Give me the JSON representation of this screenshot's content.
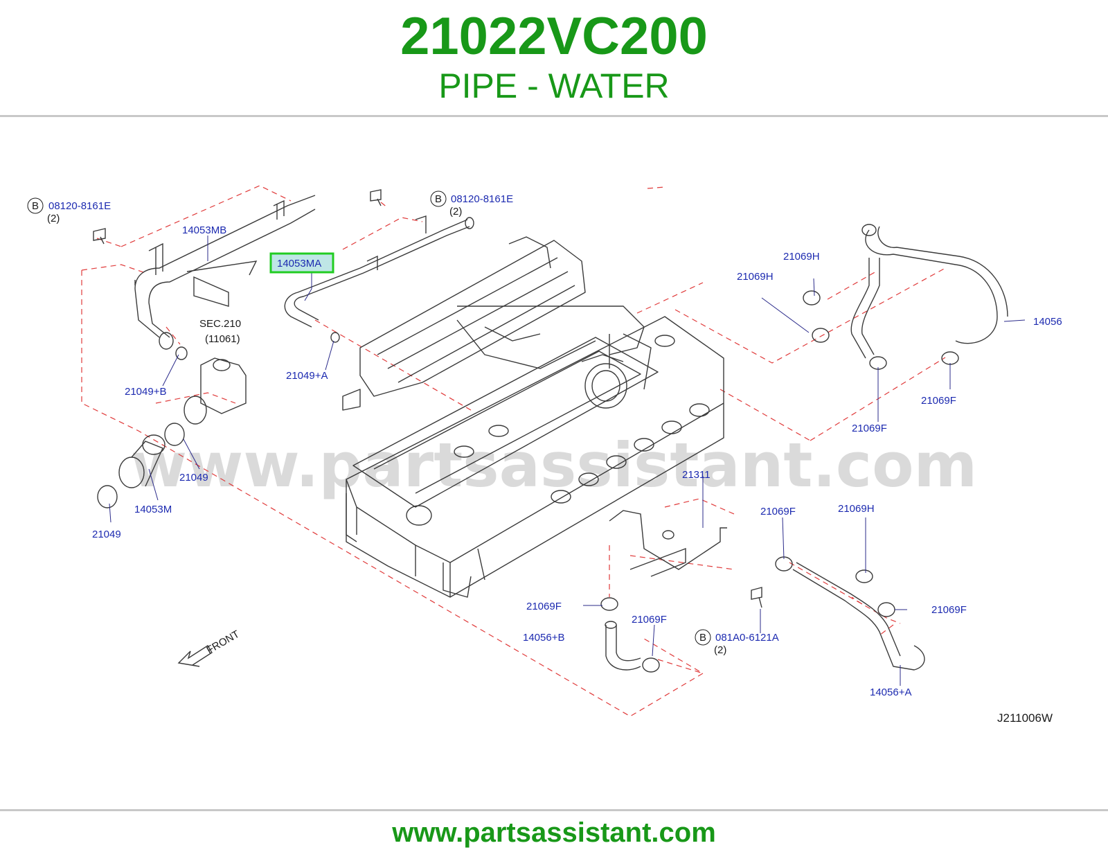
{
  "header": {
    "part_number": "21022VC200",
    "part_name": "PIPE - WATER"
  },
  "colors": {
    "title_green": "#189818",
    "callout_blue": "#1c2ab0",
    "guide_red": "#e03a3a",
    "line_drawing": "#3a3a3a",
    "highlight_green": "#22cc22",
    "highlight_fill": "#bfe6e6",
    "rule_gray": "#c8c8c8",
    "watermark_gray": "#d2d2d2"
  },
  "diagram": {
    "watermark": "www.partsassistant.com",
    "drawing_code": "J211006W",
    "front_label": "FRONT",
    "sec_label": "SEC.210",
    "sec_ref": "(11061)",
    "bolt_marker": "B",
    "highlighted_part": "14053MA",
    "labels": {
      "bolt_left_code": "08120-8161E",
      "bolt_left_qty": "(2)",
      "bolt_top_code": "08120-8161E",
      "bolt_top_qty": "(2)",
      "bolt_bottom_code": "081A0-6121A",
      "bolt_bottom_qty": "(2)",
      "p14053MB": "14053MB",
      "p14053MA": "14053MA",
      "p21049A": "21049+A",
      "p21049B": "21049+B",
      "p21049_mid": "21049",
      "p21049_low": "21049",
      "p14053M": "14053M",
      "p21069H_1": "21069H",
      "p21069H_2": "21069H",
      "p14056": "14056",
      "p21069F_r1": "21069F",
      "p21069F_r2": "21069F",
      "p21311": "21311",
      "p21069F_c": "21069F",
      "p21069H_3": "21069H",
      "p21069F_l": "21069F",
      "p21069F_m": "21069F",
      "p21069F_rr": "21069F",
      "p14056B": "14056+B",
      "p14056A": "14056+A"
    }
  },
  "footer": {
    "url": "www.partsassistant.com"
  }
}
